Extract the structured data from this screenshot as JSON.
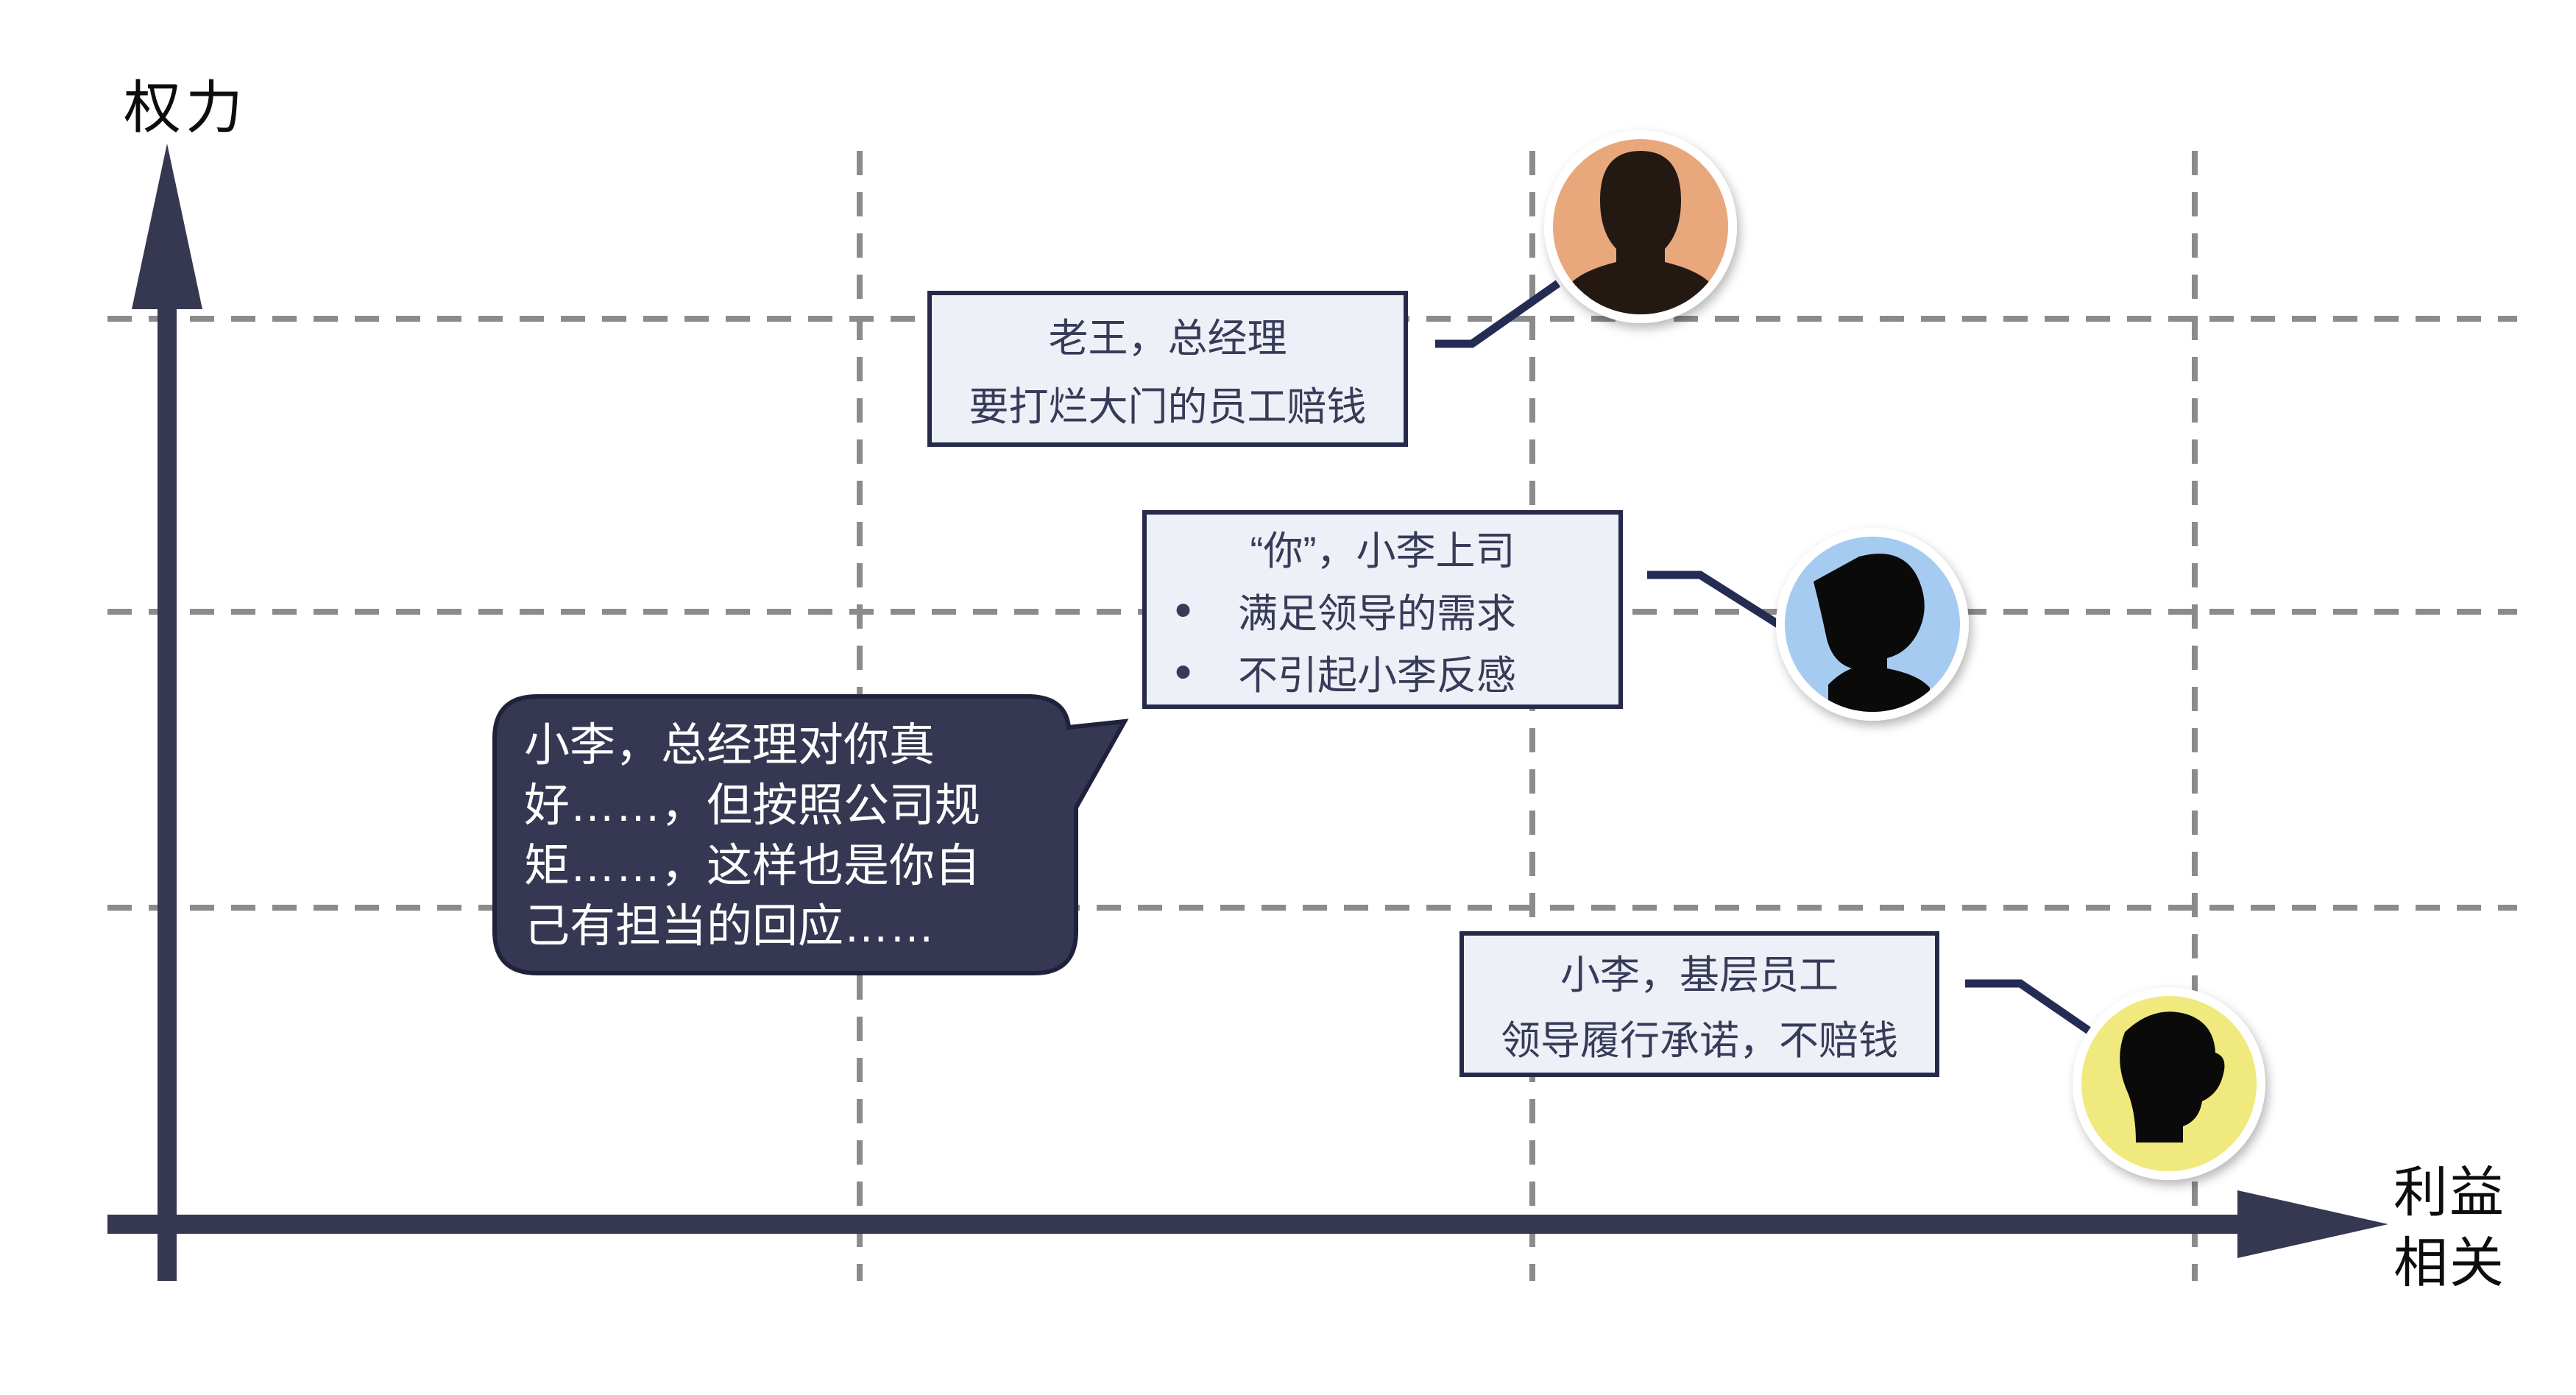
{
  "axes": {
    "y_label": "权力",
    "x_label": "利益\n相关",
    "axis_color": "#363852",
    "grid_color": "#8B8B8B"
  },
  "boxes": [
    {
      "id": "manager",
      "lines": [
        "老王，总经理",
        "要打烂大门的员工赔钱"
      ]
    },
    {
      "id": "supervisor",
      "title": "“你”，小李上司",
      "bullet_char": "•",
      "bullets": [
        "满足领导的需求",
        "不引起小李反感"
      ]
    },
    {
      "id": "employee",
      "lines": [
        "小李，基层员工",
        "领导履行承诺，不赔钱"
      ]
    }
  ],
  "bubble": {
    "lines": [
      "小李，总经理对你真",
      "好……，但按照公司规",
      "矩……，这样也是你自",
      "己有担当的回应……"
    ],
    "fill": "#363853",
    "border": "#20223C"
  },
  "avatars": [
    {
      "id": "manager-avatar",
      "color": "#E8A87C",
      "silhouette": "male-front"
    },
    {
      "id": "supervisor-avatar",
      "color": "#A6CBF0",
      "silhouette": "female-side"
    },
    {
      "id": "employee-avatar",
      "color": "#F0E97E",
      "silhouette": "male-side"
    }
  ]
}
